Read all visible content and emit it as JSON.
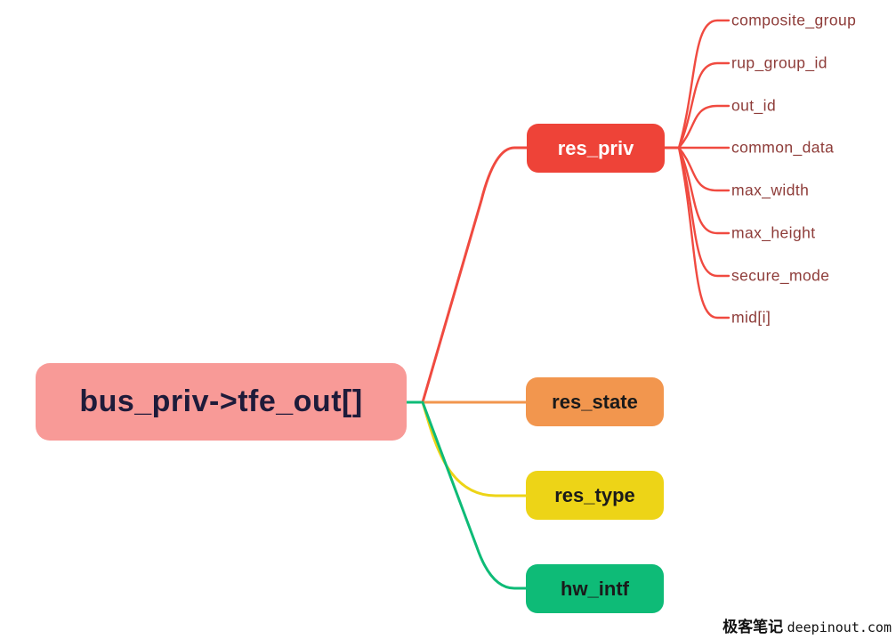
{
  "colors": {
    "background": "#ffffff",
    "root_fill": "#f89a97",
    "root_text": "#1e1b3a",
    "red": "#ee4338",
    "orange": "#f2964e",
    "yellow": "#edd417",
    "green": "#0ebb77",
    "link_red": "#f04a40",
    "link_orange": "#f2964e",
    "link_yellow": "#edd417",
    "link_green": "#0ebb77",
    "branch_text_light": "#ffffff",
    "branch_text_dark": "#1a1a1a",
    "leaf_text": "#8e3c39",
    "watermark_text": "#111111"
  },
  "mindmap": {
    "root": {
      "label": "bus_priv->tfe_out[]"
    },
    "branches": [
      {
        "label": "res_priv",
        "color": "#ee4338",
        "text_color": "#ffffff",
        "children": [
          "composite_group",
          "rup_group_id",
          "out_id",
          "common_data",
          "max_width",
          "max_height",
          "secure_mode",
          "mid[i]"
        ]
      },
      {
        "label": "res_state",
        "color": "#f2964e",
        "text_color": "#1a1a1a",
        "children": []
      },
      {
        "label": "res_type",
        "color": "#edd417",
        "text_color": "#1a1a1a",
        "children": []
      },
      {
        "label": "hw_intf",
        "color": "#0ebb77",
        "text_color": "#1a1a1a",
        "children": []
      }
    ]
  },
  "watermark": {
    "cn": "极客笔记",
    "en": "deepinout.com"
  }
}
